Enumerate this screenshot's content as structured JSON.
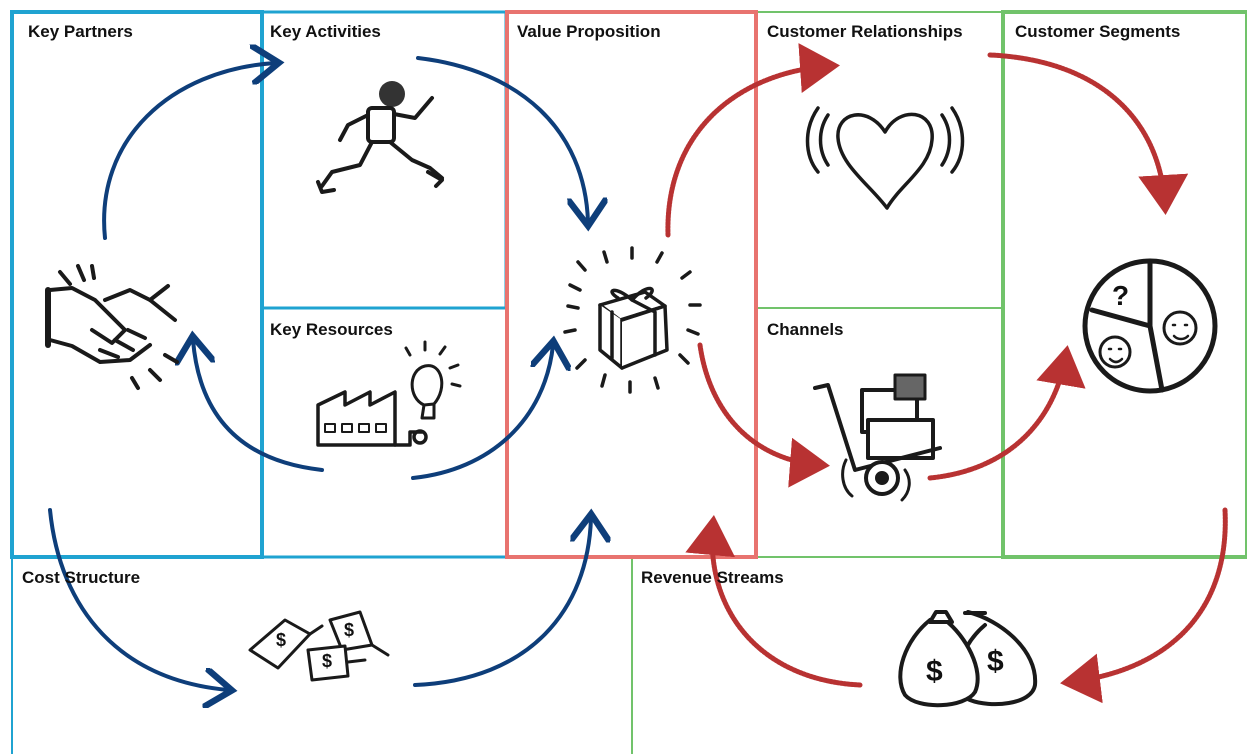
{
  "blocks": {
    "key_partners": "Key Partners",
    "key_activities": "Key Activities",
    "value_proposition": "Value Proposition",
    "customer_relationships": "Customer Relationships",
    "customer_segments": "Customer Segments",
    "key_resources": "Key Resources",
    "channels": "Channels",
    "cost_structure": "Cost Structure",
    "revenue_streams": "Revenue Streams"
  },
  "icon_symbols": {
    "question": "?",
    "dollar": "$"
  },
  "colors": {
    "left_border": "#1fa3d1",
    "value_border": "#e8736f",
    "right_border": "#71c36b",
    "blue_arrow": "#0e3e7a",
    "red_arrow": "#b83232",
    "ink": "#1a1a1a"
  }
}
